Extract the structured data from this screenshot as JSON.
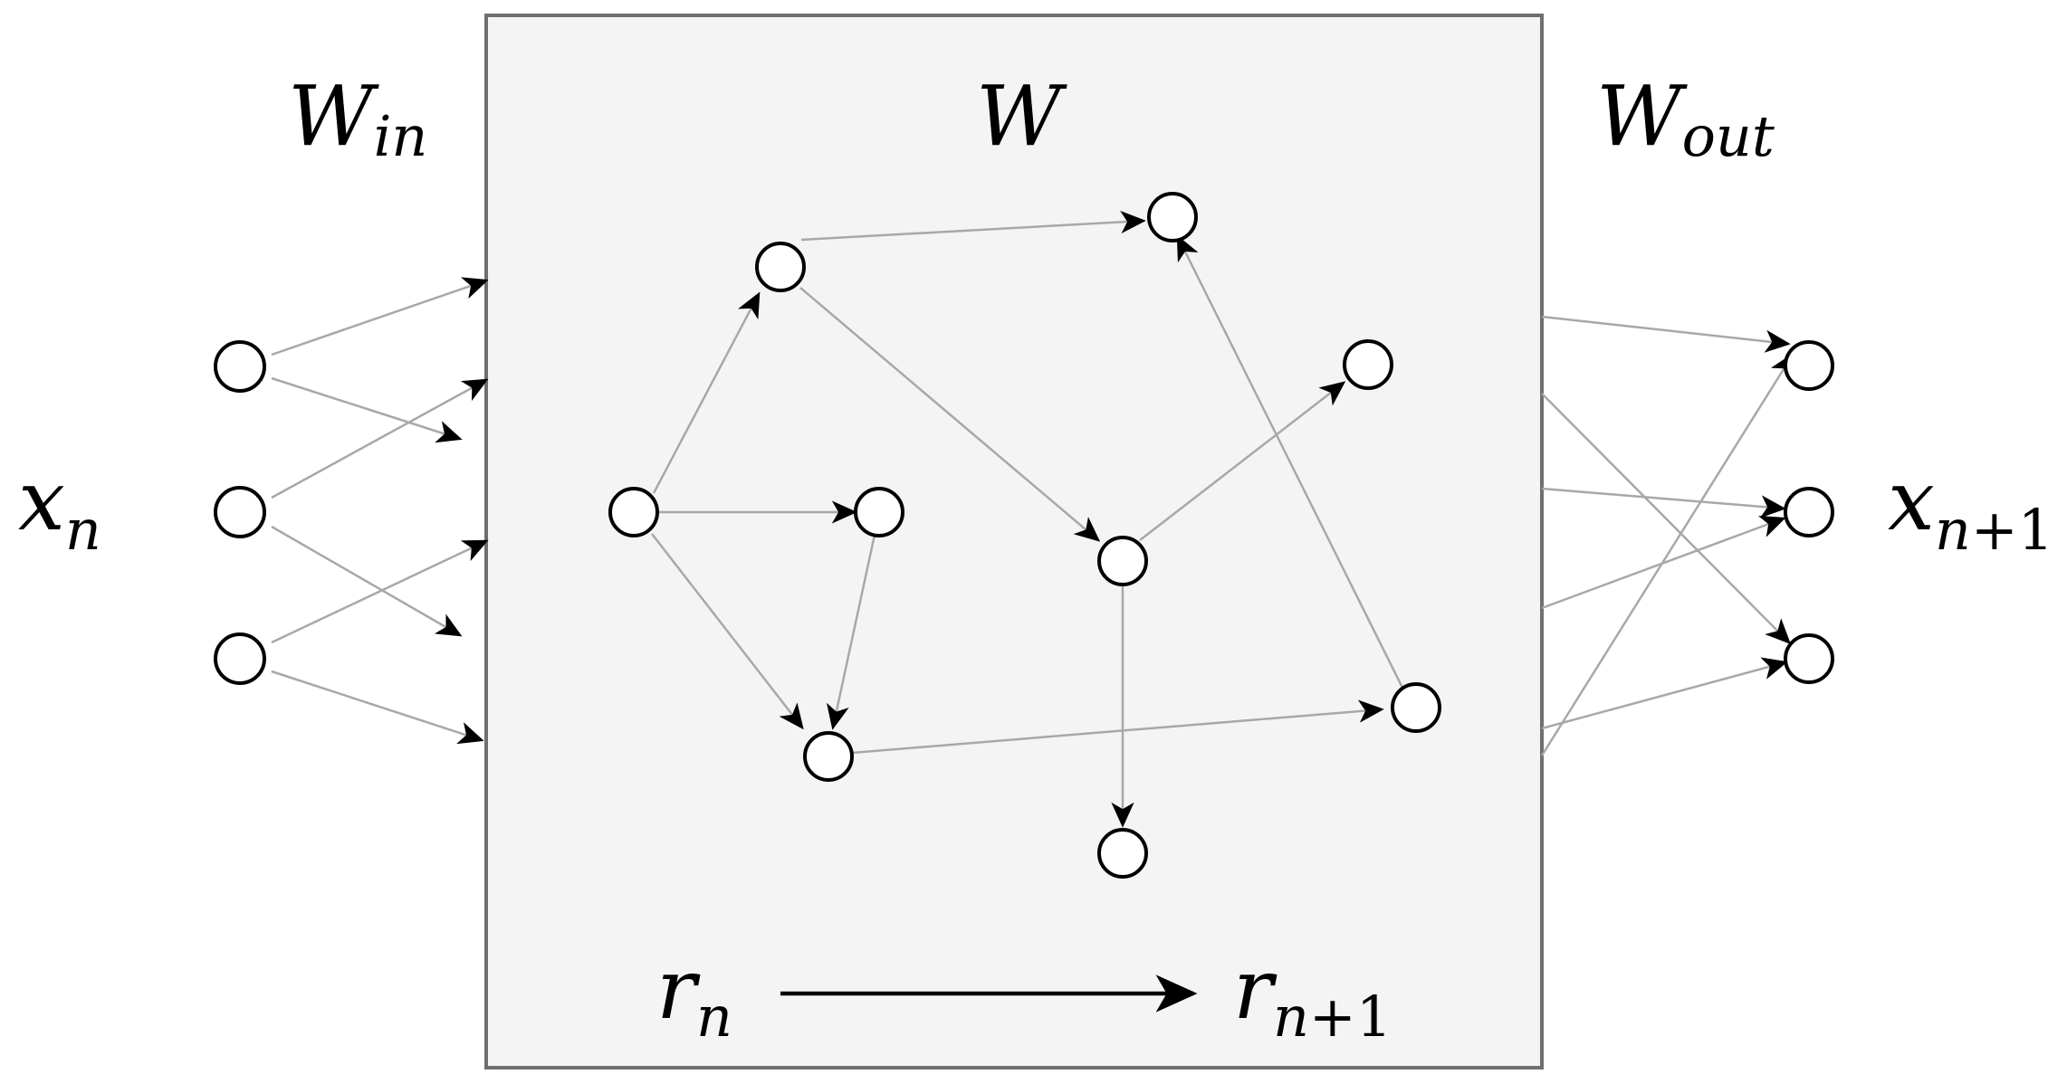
{
  "labels": {
    "w_in": {
      "base": "W",
      "sub": "in"
    },
    "w": {
      "base": "W"
    },
    "w_out": {
      "base": "W",
      "sub": "out"
    },
    "x_n": {
      "base": "x",
      "sub": "n"
    },
    "x_n1": {
      "base": "x",
      "sub_var": "n",
      "sub_rest": "+1"
    },
    "r_n": {
      "base": "r",
      "sub": "n"
    },
    "r_n1": {
      "base": "r",
      "sub_var": "n",
      "sub_rest": "+1"
    }
  },
  "colors": {
    "reservoir_fill": "#f4f4f4",
    "reservoir_border": "#6f6f6f",
    "edge": "#a8a8a8",
    "arrowhead": "#000000",
    "node_stroke": "#000000"
  }
}
